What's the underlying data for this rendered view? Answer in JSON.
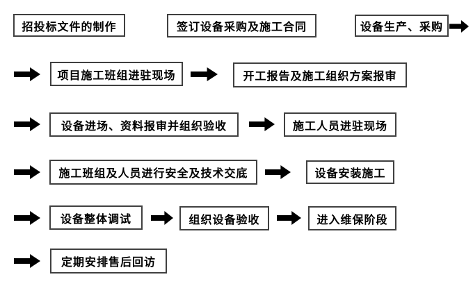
{
  "flowchart": {
    "type": "flowchart",
    "steps": [
      "招投标文件的制作",
      "签订设备采购及施工合同",
      "设备生产、采购",
      "项目施工班组进驻现场",
      "开工报告及施工组织方案报审",
      "设备进场、资料报审并组织验收",
      "施工人员进驻现场",
      "施工班组及人员进行安全及技术交底",
      "设备安装施工",
      "设备整体调试",
      "组织设备验收",
      "进入维保阶段",
      "定期安排售后回访"
    ],
    "colors": {
      "background": "#ffffff",
      "box_fill": "#ffffff",
      "box_border": "#404040",
      "text": "#000000",
      "arrow": "#000000"
    }
  }
}
